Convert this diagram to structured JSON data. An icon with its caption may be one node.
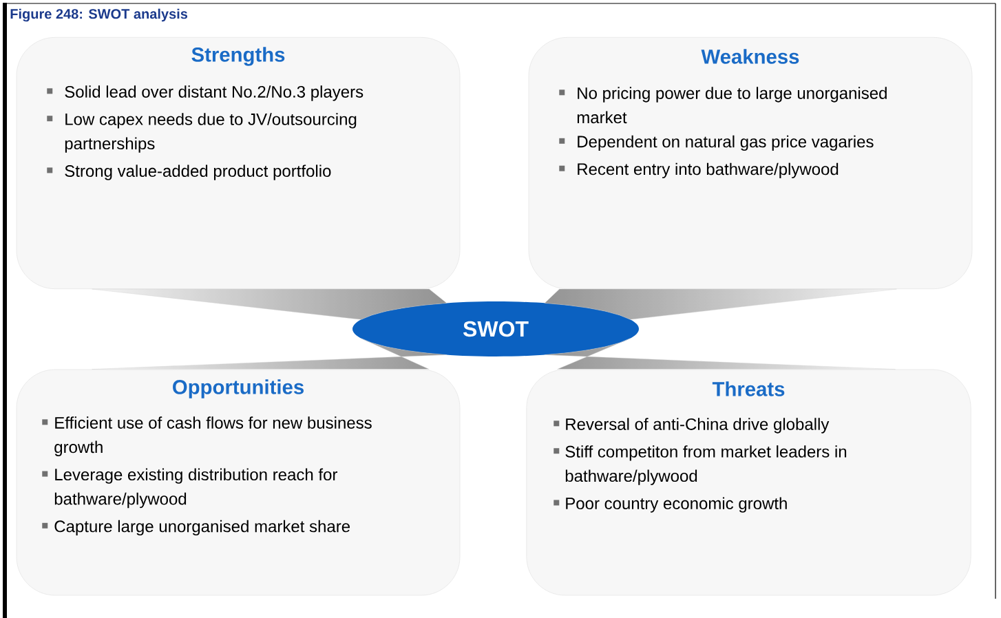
{
  "diagram": {
    "title": "Figure 248: SWOT analysis",
    "nodes": [
      {
        "text": [
          "Strengths",
          "Solid lead over distant No.2/No.3 players",
          "Low capex needs due to JV/outsourcing partnerships",
          "Strong value-added product portfolio"
        ]
      },
      {
        "text": [
          "Weakness",
          "No pricing power due to large unorganised market",
          "Dependent on natural gas price vagaries",
          "Recent entry into bathware/plywood"
        ]
      },
      {
        "text": [
          "SWOT"
        ]
      },
      {
        "text": [
          "Opportunities",
          "Efficient use of cash flows for new business growth",
          "Leverage existing distribution reach for bathware/plywood",
          "Capture large unorganised market share"
        ]
      },
      {
        "text": [
          "Threats",
          "Reversal of anti-China drive globally",
          "Stiff competiton from market leaders in bathware/plywood",
          "Poor country economic growth"
        ]
      }
    ],
    "edges": [
      {
        "from": 0,
        "to": 2,
        "arrow": "none"
      },
      {
        "from": 1,
        "to": 2,
        "arrow": "none"
      },
      {
        "from": 3,
        "to": 2,
        "arrow": "none"
      },
      {
        "from": 4,
        "to": 2,
        "arrow": "none"
      }
    ]
  }
}
